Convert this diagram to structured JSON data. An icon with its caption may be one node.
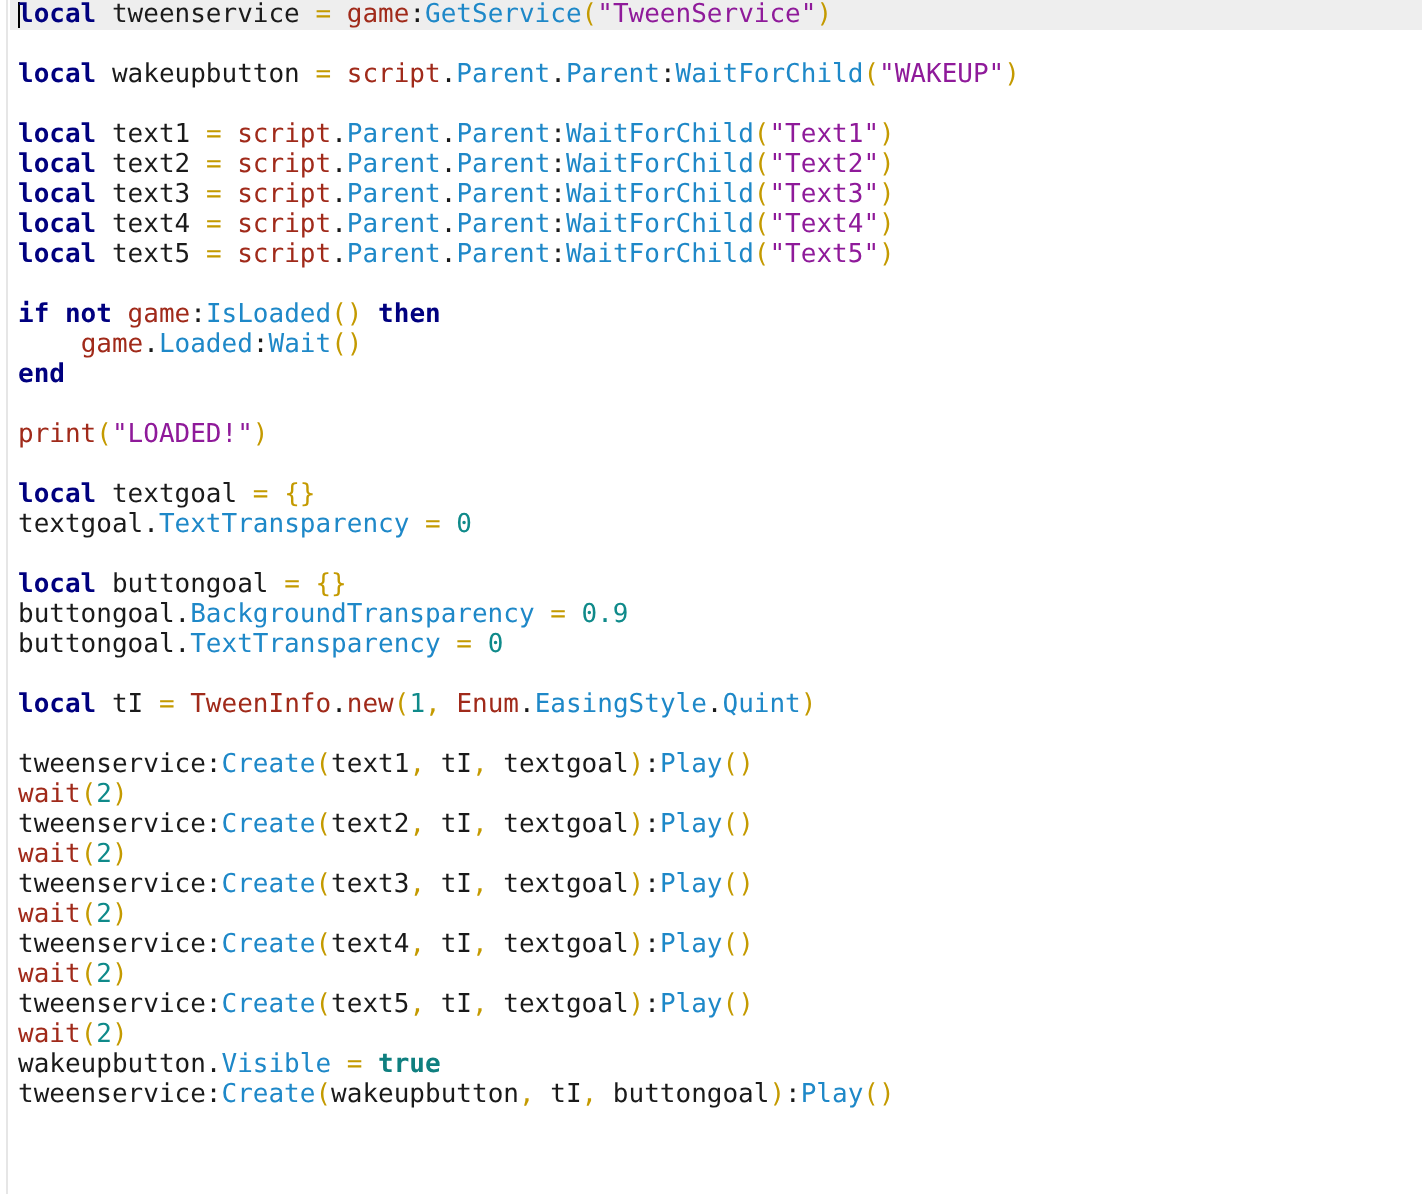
{
  "diagram": {
    "labels": [
      "local tweenservice = game:GetService(\"TweenService\")",
      "local wakeupbutton = script.Parent.Parent:WaitForChild(\"WAKEUP\")",
      "local text1 = script.Parent.Parent:WaitForChild(\"Text1\")",
      "local text2 = script.Parent.Parent:WaitForChild(\"Text2\")",
      "local text3 = script.Parent.Parent:WaitForChild(\"Text3\")",
      "local text4 = script.Parent.Parent:WaitForChild(\"Text4\")",
      "local text5 = script.Parent.Parent:WaitForChild(\"Text5\")",
      "if not game:IsLoaded() then",
      "    game.Loaded:Wait()",
      "end",
      "print(\"LOADED!\")",
      "local textgoal = {}",
      "textgoal.TextTransparency = 0",
      "local buttongoal = {}",
      "buttongoal.BackgroundTransparency = 0.9",
      "buttongoal.TextTransparency = 0",
      "local tI = TweenInfo.new(1, Enum.EasingStyle.Quint)",
      "tweenservice:Create(text1, tI, textgoal):Play()",
      "wait(2)",
      "tweenservice:Create(text2, tI, textgoal):Play()",
      "wait(2)",
      "tweenservice:Create(text3, tI, textgoal):Play()",
      "wait(2)",
      "tweenservice:Create(text4, tI, textgoal):Play()",
      "wait(2)",
      "tweenservice:Create(text5, tI, textgoal):Play()",
      "wait(2)",
      "wakeupbutton.Visible = true",
      "tweenservice:Create(wakeupbutton, tI, buttongoal):Play()"
    ]
  }
}
